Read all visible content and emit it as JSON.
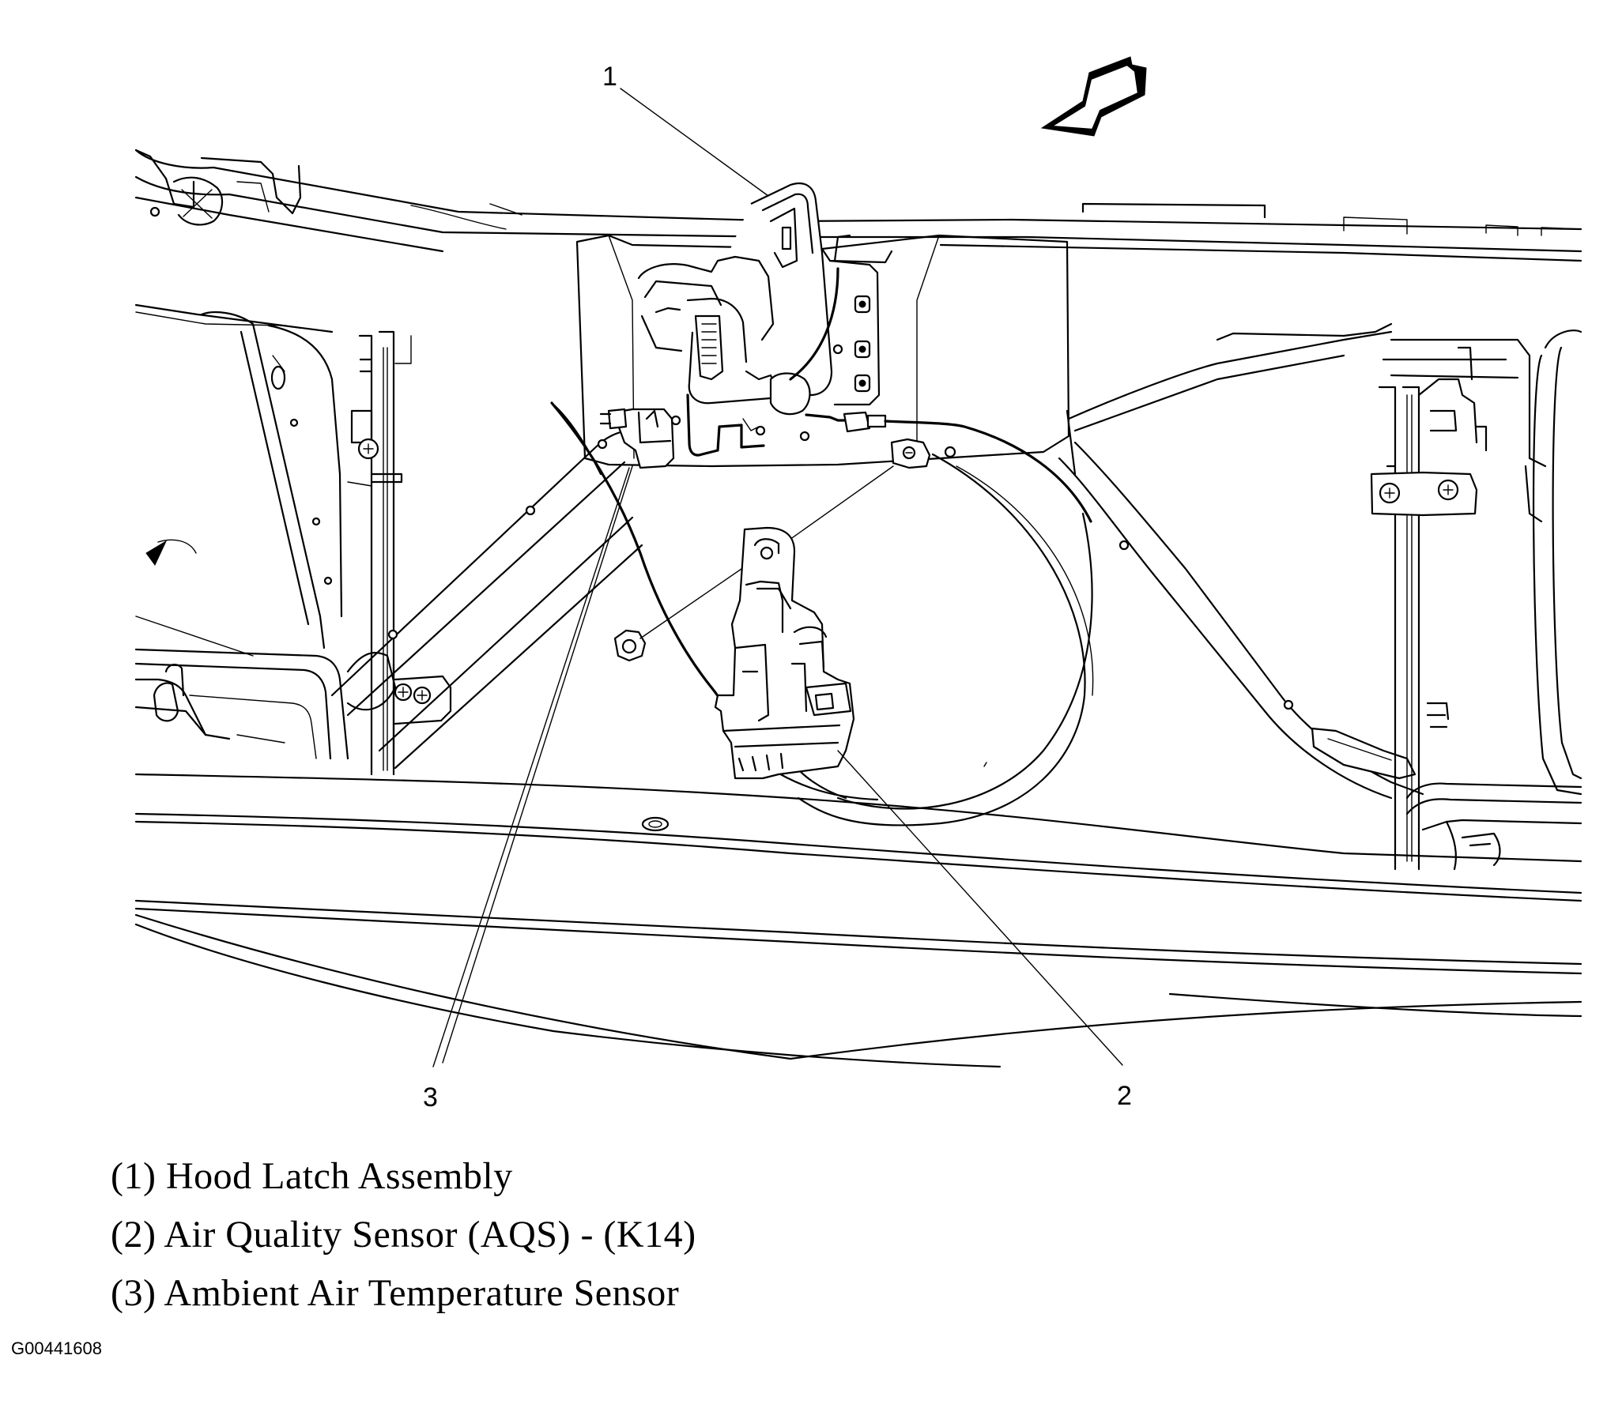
{
  "callouts": [
    {
      "number": "1"
    },
    {
      "number": "2"
    },
    {
      "number": "3"
    }
  ],
  "legend": [
    "(1) Hood Latch Assembly",
    "(2) Air Quality Sensor (AQS) - (K14)",
    "(3) Ambient Air Temperature Sensor"
  ],
  "figure_id": "G00441608"
}
